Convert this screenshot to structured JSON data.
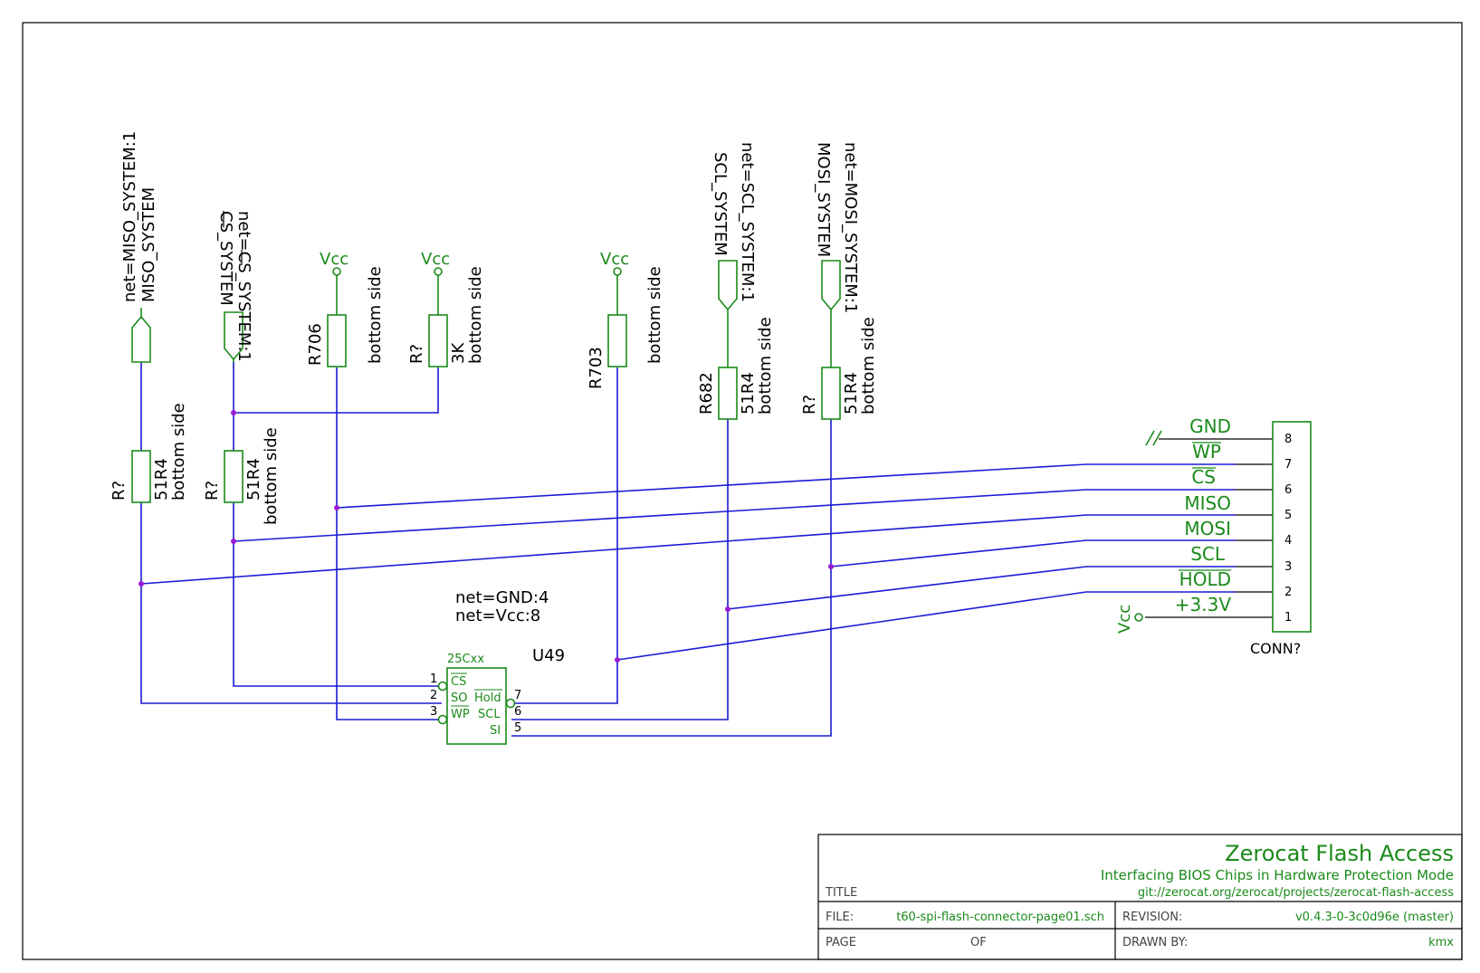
{
  "resistors": [
    {
      "ref": "R?",
      "value": "51R4",
      "note": "bottom side",
      "net_name": "MISO_SYSTEM",
      "net_label": "net=MISO_SYSTEM:1"
    },
    {
      "ref": "R?",
      "value": "51R4",
      "note": "bottom side",
      "net_name": "CS_SYSTEM",
      "net_label": "net=CS_SYSTEM:1"
    },
    {
      "ref": "R706",
      "value": "",
      "note": "bottom side",
      "supply": "Vcc"
    },
    {
      "ref": "R?",
      "value": "3K",
      "note": "bottom side",
      "supply": "Vcc"
    },
    {
      "ref": "R703",
      "value": "",
      "note": "bottom side",
      "supply": "Vcc"
    },
    {
      "ref": "R682",
      "value": "51R4",
      "note": "bottom side",
      "net_name": "SCL_SYSTEM",
      "net_label": "net=SCL_SYSTEM:1"
    },
    {
      "ref": "R?",
      "value": "51R4",
      "note": "bottom side",
      "net_name": "MOSI_SYSTEM",
      "net_label": "net=MOSI_SYSTEM:1"
    }
  ],
  "chip": {
    "ref": "U49",
    "device": "25Cxx",
    "nets_note": [
      "net=GND:4",
      "net=Vcc:8"
    ],
    "left_pins": [
      {
        "num": "1",
        "name": "CS"
      },
      {
        "num": "2",
        "name": "SO"
      },
      {
        "num": "3",
        "name": "WP"
      }
    ],
    "right_pins": [
      {
        "num": "7",
        "name": "Hold"
      },
      {
        "num": "6",
        "name": "SCL"
      },
      {
        "num": "5",
        "name": "SI"
      }
    ]
  },
  "connector": {
    "ref": "CONN?",
    "pins": [
      {
        "num": "8",
        "name": "GND"
      },
      {
        "num": "7",
        "name": "WP"
      },
      {
        "num": "6",
        "name": "CS"
      },
      {
        "num": "5",
        "name": "MISO"
      },
      {
        "num": "4",
        "name": "MOSI"
      },
      {
        "num": "3",
        "name": "SCL"
      },
      {
        "num": "2",
        "name": "HOLD"
      },
      {
        "num": "1",
        "name": "+3.3V"
      }
    ],
    "vcc_label": "Vcc"
  },
  "title_block": {
    "title": "Zerocat Flash Access",
    "subtitle": "Interfacing BIOS Chips in Hardware Protection Mode",
    "url": "git://zerocat.org/zerocat/projects/zerocat-flash-access",
    "title_label": "TITLE",
    "file_label": "FILE:",
    "file": "t60-spi-flash-connector-page01.sch",
    "page_label": "PAGE",
    "of_label": "OF",
    "revision_label": "REVISION:",
    "revision": "v0.4.3-0-3c0d96e (master)",
    "drawn_label": "DRAWN BY:",
    "drawn_by": "kmx"
  }
}
